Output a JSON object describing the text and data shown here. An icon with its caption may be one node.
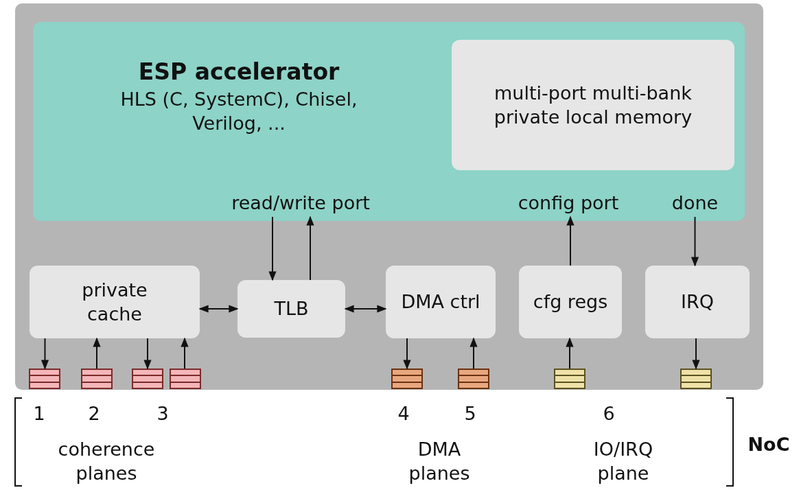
{
  "diagram": {
    "nodes": [
      {
        "text": [],
        "shape": "box"
      },
      {
        "text": [
          "ESP accelerator",
          "HLS (C, SystemC), Chisel, Verilog, ..."
        ],
        "in": 0
      },
      {
        "text": [
          "multi-port multi-bank private local memory"
        ],
        "in": 1
      },
      {
        "text": [
          "read/write port"
        ],
        "in": 1
      },
      {
        "text": [
          "config port"
        ],
        "in": 1
      },
      {
        "text": [
          "done"
        ],
        "in": 1
      },
      {
        "text": [
          "private cache"
        ],
        "in": 0
      },
      {
        "text": [
          "TLB"
        ],
        "in": 0
      },
      {
        "text": [
          "DMA ctrl"
        ],
        "in": 0
      },
      {
        "text": [
          "cfg regs"
        ],
        "in": 0
      },
      {
        "text": [
          "IRQ"
        ],
        "in": 0
      },
      {
        "text": [],
        "shape": "box",
        "in": 0
      },
      {
        "text": [],
        "shape": "box",
        "in": 0
      },
      {
        "text": [],
        "shape": "box",
        "in": 0
      },
      {
        "text": [],
        "shape": "box",
        "in": 0
      },
      {
        "text": [],
        "shape": "box",
        "in": 0
      },
      {
        "text": [],
        "shape": "box",
        "in": 0
      },
      {
        "text": [],
        "shape": "box",
        "in": 0
      },
      {
        "text": [],
        "shape": "box",
        "in": 0
      }
    ],
    "edges": [
      {
        "from": 3,
        "to": 7,
        "arrow": "to"
      },
      {
        "from": 7,
        "to": 3,
        "arrow": "to"
      },
      {
        "from": 9,
        "to": 4,
        "arrow": "to"
      },
      {
        "from": 5,
        "to": 10,
        "arrow": "to"
      },
      {
        "from": 6,
        "to": 7,
        "arrow": "both"
      },
      {
        "from": 7,
        "to": 8,
        "arrow": "both"
      },
      {
        "from": 6,
        "to": 11,
        "arrow": "to"
      },
      {
        "from": 12,
        "to": 6,
        "arrow": "to"
      },
      {
        "from": 6,
        "to": 13,
        "arrow": "to"
      },
      {
        "from": 14,
        "to": 6,
        "arrow": "to"
      },
      {
        "from": 8,
        "to": 15,
        "arrow": "to"
      },
      {
        "from": 16,
        "to": 8,
        "arrow": "to"
      },
      {
        "from": 17,
        "to": 9,
        "arrow": "to"
      },
      {
        "from": 10,
        "to": 18,
        "arrow": "to"
      }
    ],
    "labels": [
      "1",
      "2",
      "3",
      "4",
      "5",
      "6",
      "coherence planes",
      "DMA planes",
      "IO/IRQ plane",
      "NoC"
    ]
  }
}
